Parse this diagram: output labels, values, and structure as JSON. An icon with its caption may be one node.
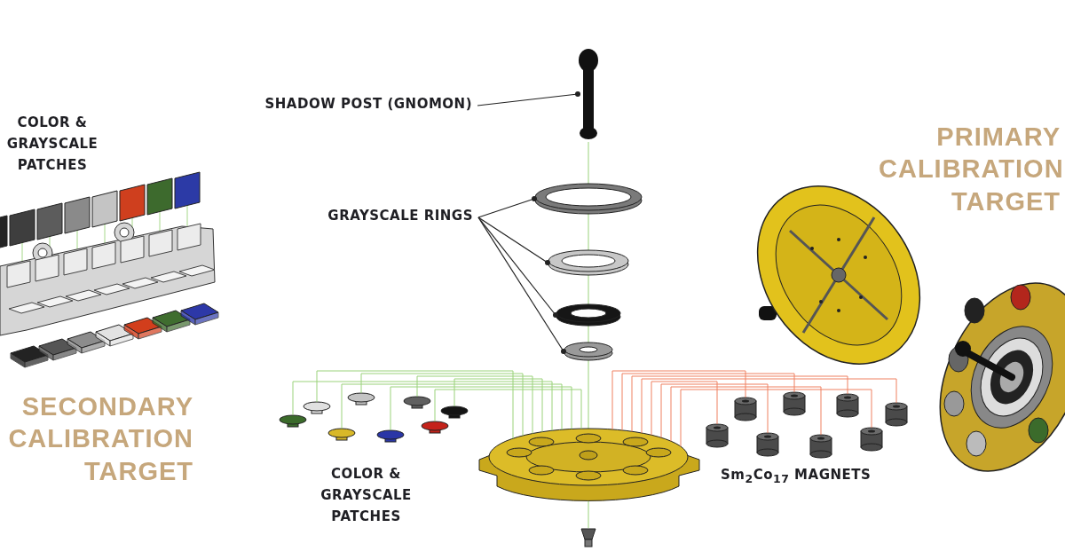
{
  "diagram": {
    "nodes": [
      {
        "text": [
          "SHADOW POST (GNOMON)"
        ]
      },
      {
        "text": [],
        "shape": "picture"
      },
      {
        "text": [
          "GRAYSCALE RINGS"
        ]
      },
      {
        "text": [],
        "shape": "picture"
      },
      {
        "text": [],
        "shape": "picture"
      },
      {
        "text": [],
        "shape": "picture"
      },
      {
        "text": [],
        "shape": "picture"
      },
      {
        "text": [],
        "shape": "picture"
      },
      {
        "text": [],
        "shape": "circle"
      },
      {
        "text": [],
        "shape": "circle"
      },
      {
        "text": [],
        "shape": "circle"
      },
      {
        "text": [],
        "shape": "circle"
      },
      {
        "text": [],
        "shape": "circle"
      },
      {
        "text": [],
        "shape": "circle"
      },
      {
        "text": [],
        "shape": "circle"
      },
      {
        "text": [],
        "shape": "circle"
      },
      {
        "text": [],
        "shape": "cylinder"
      },
      {
        "text": [],
        "shape": "cylinder"
      },
      {
        "text": [],
        "shape": "cylinder"
      },
      {
        "text": [],
        "shape": "cylinder"
      },
      {
        "text": [],
        "shape": "cylinder"
      },
      {
        "text": [],
        "shape": "cylinder"
      },
      {
        "text": [],
        "shape": "cylinder"
      },
      {
        "text": [],
        "shape": "cylinder"
      }
    ],
    "edges": [
      {
        "from": 0,
        "to": 1,
        "arrow": "other",
        "color": "#222222"
      },
      {
        "from": 2,
        "to": 3,
        "arrow": "other",
        "color": "#222222"
      },
      {
        "from": 2,
        "to": 4,
        "arrow": "other",
        "color": "#222222"
      },
      {
        "from": 2,
        "to": 5,
        "arrow": "other",
        "color": "#222222"
      },
      {
        "from": 2,
        "to": 6,
        "arrow": "other",
        "color": "#222222"
      },
      {
        "from": 8,
        "to": 7,
        "arrow": "none",
        "color": "#9ad27a"
      },
      {
        "from": 9,
        "to": 7,
        "arrow": "none",
        "color": "#9ad27a"
      },
      {
        "from": 10,
        "to": 7,
        "arrow": "none",
        "color": "#9ad27a"
      },
      {
        "from": 11,
        "to": 7,
        "arrow": "none",
        "color": "#9ad27a"
      },
      {
        "from": 12,
        "to": 7,
        "arrow": "none",
        "color": "#9ad27a"
      },
      {
        "from": 13,
        "to": 7,
        "arrow": "none",
        "color": "#9ad27a"
      },
      {
        "from": 14,
        "to": 7,
        "arrow": "none",
        "color": "#9ad27a"
      },
      {
        "from": 15,
        "to": 7,
        "arrow": "none",
        "color": "#9ad27a"
      },
      {
        "from": 16,
        "to": 7,
        "arrow": "none",
        "color": "#ef8060"
      },
      {
        "from": 17,
        "to": 7,
        "arrow": "none",
        "color": "#ef8060"
      },
      {
        "from": 18,
        "to": 7,
        "arrow": "none",
        "color": "#ef8060"
      },
      {
        "from": 19,
        "to": 7,
        "arrow": "none",
        "color": "#ef8060"
      },
      {
        "from": 20,
        "to": 7,
        "arrow": "none",
        "color": "#ef8060"
      },
      {
        "from": 21,
        "to": 7,
        "arrow": "none",
        "color": "#ef8060"
      },
      {
        "from": 22,
        "to": 7,
        "arrow": "none",
        "color": "#ef8060"
      },
      {
        "from": 23,
        "to": 7,
        "arrow": "none",
        "color": "#ef8060"
      }
    ],
    "labels": [
      "COLOR & GRAYSCALE PATCHES",
      "PRIMARY CALIBRATION TARGET",
      "SECONDARY CALIBRATION TARGET",
      "COLOR & GRAYSCALE PATCHES",
      "Sm$_{2}$Co$_{17}$ MAGNETS"
    ]
  }
}
